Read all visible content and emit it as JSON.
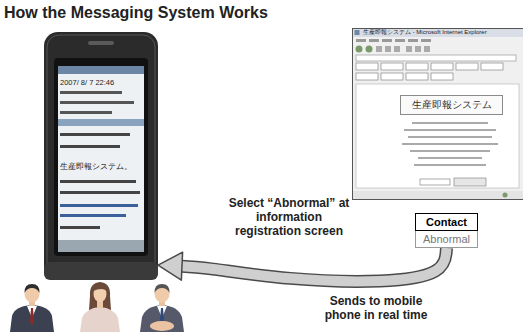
{
  "diagram": {
    "title": "How the Messaging System Works",
    "nodes": [
      {
        "text": [
          "2007/ 8/ 7 22:46",
          "生産即報システム。"
        ]
      },
      {
        "text": [
          "生産即報システム - Microsoft Internet Explorer"
        ]
      },
      {
        "text": [
          "生産即報システム"
        ],
        "in": 1
      },
      {
        "text": [
          "Contact",
          "Abnormal"
        ]
      }
    ],
    "edges": [
      {
        "from": 3,
        "to": 0,
        "arrow": "to"
      }
    ],
    "labels": [
      "Select “Abnormal” at information registration screen",
      "Sends to mobile phone in real time"
    ]
  }
}
